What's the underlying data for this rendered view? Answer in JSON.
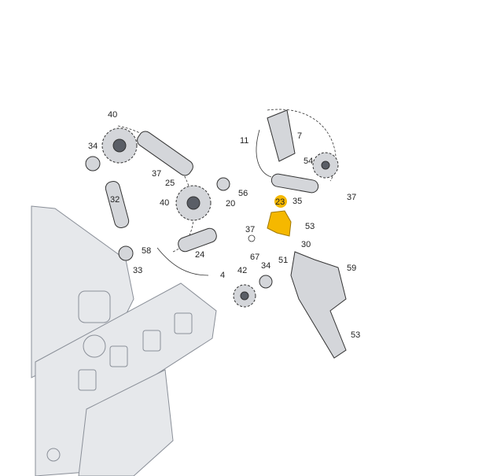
{
  "diagram": {
    "highlight_color": "#f5b800",
    "highlighted_part": "23",
    "labels": [
      "40",
      "34",
      "37",
      "25",
      "11",
      "7",
      "54",
      "56",
      "20",
      "35",
      "37",
      "40",
      "32",
      "23",
      "53",
      "58",
      "24",
      "37",
      "67",
      "30",
      "34",
      "51",
      "59",
      "33",
      "4",
      "42",
      "53"
    ]
  }
}
